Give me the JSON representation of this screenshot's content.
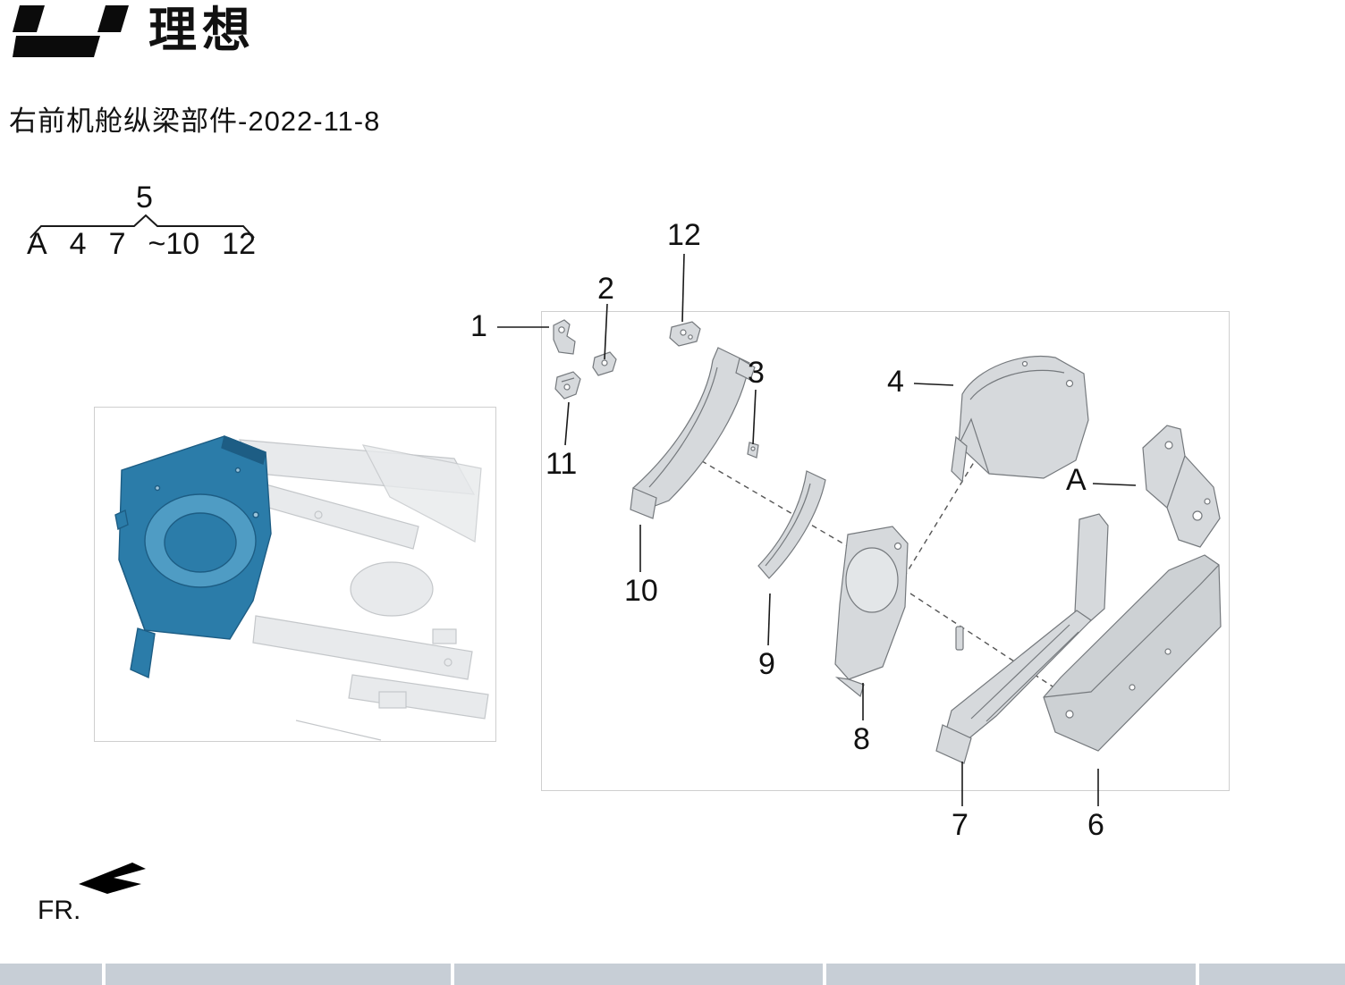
{
  "brand": {
    "name": "理想",
    "logo": "li-auto-logo"
  },
  "title": "右前机舱纵梁部件-2022-11-8",
  "callout": {
    "group": "5",
    "row": [
      "A",
      "4",
      "7",
      "~10",
      "12"
    ]
  },
  "parts": [
    {
      "id": "1"
    },
    {
      "id": "2"
    },
    {
      "id": "3"
    },
    {
      "id": "4"
    },
    {
      "id": "A"
    },
    {
      "id": "6"
    },
    {
      "id": "7"
    },
    {
      "id": "8"
    },
    {
      "id": "9"
    },
    {
      "id": "10"
    },
    {
      "id": "11"
    },
    {
      "id": "12"
    }
  ],
  "direction": {
    "label": "FR."
  },
  "colors": {
    "highlight": "#2b7ca9",
    "highlight-dark": "#1d5d84",
    "highlight-light": "#4f9cc4",
    "part-fill": "#d6d9dc",
    "part-fill-dark": "#cdd1d4",
    "part-stroke": "#75797d",
    "ghost-fill": "#e8eaec",
    "ghost-stroke": "#c4c7ca",
    "box-border": "#cfcfcf",
    "footer": "#c7ced6"
  }
}
